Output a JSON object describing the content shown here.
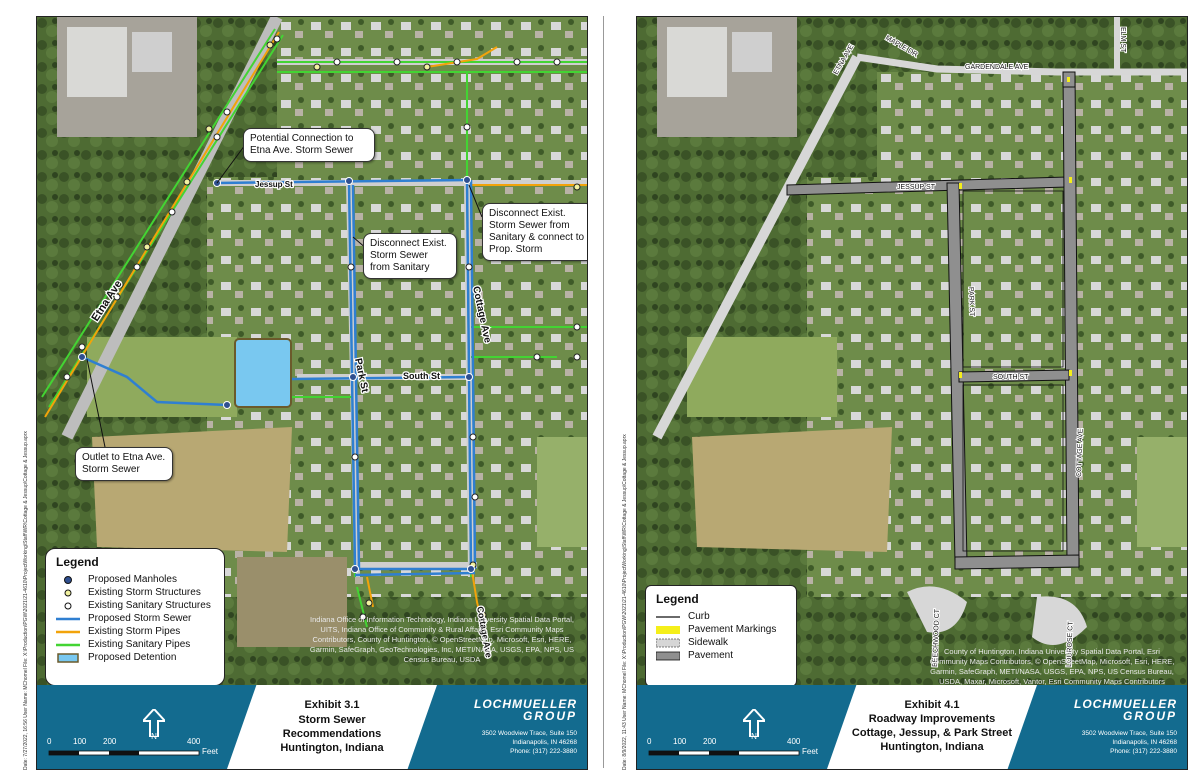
{
  "left": {
    "callouts": {
      "connection": "Potential Connection to Etna Ave. Storm Sewer",
      "disconnect1": "Disconnect Exist. Storm Sewer from Sanitary & connect to Prop. Storm",
      "disconnect2": "Disconnect Exist. Storm Sewer from Sanitary",
      "outlet": "Outlet to Etna Ave. Storm Sewer"
    },
    "streets": {
      "etna": "Etna Ave",
      "jessup": "Jessup St",
      "park": "Park St",
      "south": "South St",
      "cottage": "Cottage Ave",
      "cottage_south": "Cottage Ave"
    },
    "legend": {
      "title": "Legend",
      "items": [
        "Proposed Manholes",
        "Existing Storm Structures",
        "Existing Sanitary Structures",
        "Proposed Storm Sewer",
        "Existing Storm Pipes",
        "Existing Sanitary Pipes",
        "Proposed Detention"
      ]
    },
    "credits": "Indiana Office of Information Technology, Indiana University Spatial Data Portal, UITS, Indiana Office of Community & Rural Affairs, Esri Community Maps Contributors, County of Huntington, © OpenStreetMap, Microsoft, Esri, HERE, Garmin, SafeGraph, GeoTechnologies, Inc, METI/NASA, USGS, EPA, NPS, US Census Bureau, USDA",
    "exhibit": "Exhibit 3.1",
    "title1": "Storm Sewer",
    "title2": "Recommendations",
    "title3": "Huntington, Indiana",
    "sidetext1": "Date: 7/27/2022, 16:56 User Name: MChomel",
    "sidetext2": "File: X:\\Production\\PGW\\2021\\21-4610\\ProjectWorking\\Staff\\WR\\Cottage & Jessup\\Cottage & Jessup.aprx"
  },
  "right": {
    "streets": {
      "etna": "ETNA AVE",
      "maple": "MAPLE DR",
      "garden": "GARDENDALE AVE",
      "elm": "ELM ST",
      "jessup": "JESSUP ST",
      "park": "PARK ST",
      "south": "SOUTH ST",
      "cottage": "COTTAGE AVE",
      "beechwood": "BEECHWOOD CT",
      "lourose": "LOUROSE CT"
    },
    "legend": {
      "title": "Legend",
      "items": [
        "Curb",
        "Pavement Markings",
        "Sidewalk",
        "Pavement"
      ]
    },
    "credits": "County of Huntington, Indiana University Spatial Data Portal, Esri Community Maps Contributors, © OpenStreetMap, Microsoft, Esri, HERE, Garmin, SafeGraph, METI/NASA, USGS, EPA, NPS, US Census Bureau, USDA, Maxar, Microsoft, Vantor, Esri Community Maps Contributors",
    "exhibit": "Exhibit 4.1",
    "title1": "Roadway Improvements",
    "title2": "Cottage, Jessup, & Park Street",
    "title3": "Huntington, Indiana",
    "sidetext1": "Date: 8/9/2022, 11:43 User Name: MChomel",
    "sidetext2": "File: X:\\Production\\PGW\\2021\\21-4610\\ProjectWorking\\Staff\\WR\\Cottage & Jessup\\Cottage & Jessup.aprx"
  },
  "company": {
    "name": "LOCHMUELLER",
    "sub": "GROUP",
    "addr1": "3502 Woodview Trace, Suite 150",
    "addr2": "Indianapolis, IN 46268",
    "phone": "Phone: (317) 222-3880"
  },
  "scale": {
    "t0": "0",
    "t1": "100",
    "t2": "200",
    "t3": "400",
    "unit": "Feet"
  },
  "north": "N",
  "colors": {
    "storm_proposed": "#2f7fd1",
    "storm_existing": "#f2a30a",
    "sanitary": "#43d433",
    "detention": "#79c8f0",
    "pavement": "#8f8f8f",
    "banner": "#136b8f"
  }
}
